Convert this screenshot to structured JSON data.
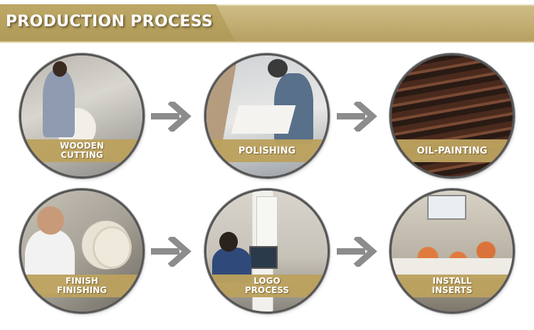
{
  "banner": {
    "title": "PRODUCTION PROCESS"
  },
  "steps": [
    {
      "line1": "WOODEN",
      "line2": "CUTTING"
    },
    {
      "line1": "POLISHING",
      "line2": ""
    },
    {
      "line1": "OIL-PAINTING",
      "line2": ""
    },
    {
      "line1": "FINISH",
      "line2": "FINISHING"
    },
    {
      "line1": "LOGO",
      "line2": "PROCESS"
    },
    {
      "line1": "INSTALL",
      "line2": "INSERTS"
    }
  ],
  "colors": {
    "banner": "#c2ad72",
    "label": "#bba15e",
    "arrow": "#8c8c8c"
  },
  "icons": {
    "arrow": "right-arrow-icon"
  }
}
